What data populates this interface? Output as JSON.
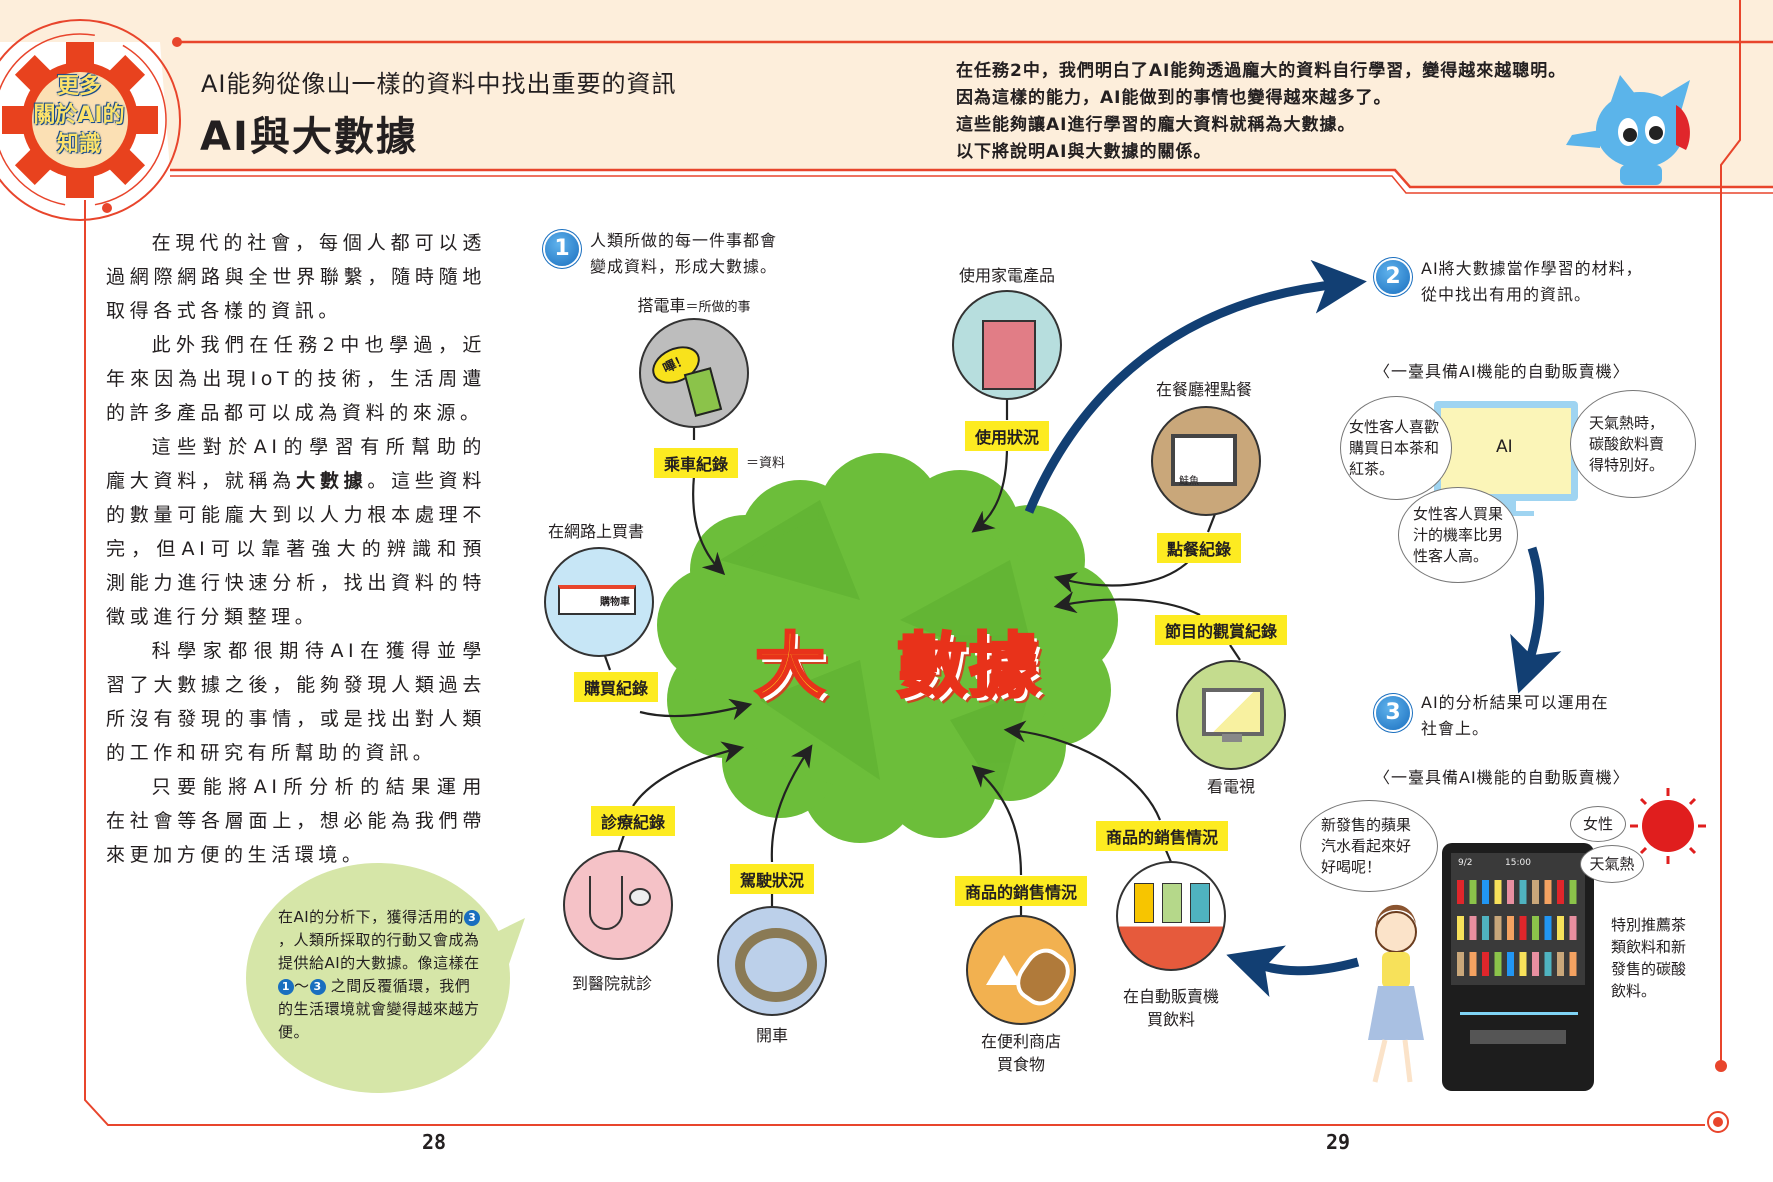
{
  "header": {
    "badge_lines": [
      "更多",
      "關於AI的",
      "知識"
    ],
    "subtitle": "AI能夠從像山一樣的資料中找出重要的資訊",
    "title": "AI與大數據",
    "intro_lines": [
      "在任務2中，我們明白了AI能夠透過龐大的資料自行學習，變得越來越聰明。",
      "因為這樣的能力，AI能做到的事情也變得越來越多了。",
      "這些能夠讓AI進行學習的龐大資料就稱為大數據。",
      "以下將說明AI與大數據的關係。"
    ]
  },
  "body": {
    "p1": "在現代的社會，每個人都可以透過網際網路與全世界聯繫，隨時隨地取得各式各樣的資訊。",
    "p2": "此外我們在任務2中也學過，近年來因為出現IoT的技術，生活周遭的許多產品都可以成為資料的來源。",
    "p3_before": "這些對於AI的學習有所幫助的龐大資料，就稱為",
    "p3_bold": "大數據",
    "p3_after": "。這些資料的數量可能龐大到以人力根本處理不完，但AI可以靠著強大的辨識和預測能力進行快速分析，找出資料的特徵或進行分類整理。",
    "p4": "科學家都很期待AI在獲得並學習了大數據之後，能夠發現人類過去所沒有發現的事情，或是找出對人類的工作和研究有所幫助的資訊。",
    "p5": "只要能將AI所分析的結果運用在社會等各層面上，想必能為我們帶來更加方便的生活環境。"
  },
  "center": {
    "part1": "大",
    "part2": "數據"
  },
  "steps": [
    {
      "num": "1",
      "line1": "人類所做的每一件事都會",
      "line2": "變成資料，形成大數據。"
    },
    {
      "num": "2",
      "line1": "AI將大數據當作學習的材料，",
      "line2": "從中找出有用的資訊。"
    },
    {
      "num": "3",
      "line1": "AI的分析結果可以運用在",
      "line2": "社會上。"
    }
  ],
  "nodes": {
    "train": {
      "label": "搭電車",
      "label_note": "＝所做的事",
      "tag": "乘車紀錄",
      "tag_note": "＝資料",
      "icon_text": "嗶！"
    },
    "appliance": {
      "label": "使用家電產品",
      "tag": "使用狀況"
    },
    "restaurant": {
      "label": "在餐廳裡點餐",
      "tag": "點餐紀錄",
      "icon_text": "鮭魚"
    },
    "tv": {
      "label": "看電視",
      "tag": "節目的觀賞紀錄"
    },
    "vending": {
      "label1": "在自動販賣機",
      "label2": "買飲料",
      "tag": "商品的銷售情況"
    },
    "store": {
      "label1": "在便利商店",
      "label2": "買食物",
      "tag": "商品的銷售情況"
    },
    "driving": {
      "label": "開車",
      "tag": "駕駛狀況"
    },
    "hospital": {
      "label": "到醫院就診",
      "tag": "診療紀錄"
    },
    "online": {
      "label": "在網路上買書",
      "tag": "購買紀錄",
      "icon_text": "購物車"
    }
  },
  "ai_machine": {
    "caption": "〈一臺具備AI機能的自動販賣機〉",
    "screen_label": "AI",
    "bubble_left": "女性客人喜歡購買日本茶和紅茶。",
    "bubble_right": "天氣熱時，碳酸飲料賣得特別好。",
    "bubble_bottom": "女性客人買果汁的機率比男性客人高。"
  },
  "applied": {
    "caption": "〈一臺具備AI機能的自動販賣機〉",
    "girl_speech": "新發售的蘋果汽水看起來好好喝呢！",
    "tag_female": "女性",
    "tag_hot": "天氣熱",
    "screen_date": "9/2",
    "screen_time": "15:00",
    "recommend": "特別推薦茶類飲料和新發售的碳酸飲料。"
  },
  "callout": {
    "t1": "在AI的分析下，獲得活用的",
    "n3": "3",
    "t2": "，人類所採取的行動又會成為提供給AI的大數據。像這樣在",
    "n1": "1",
    "tilde": "～",
    "n3b": "3",
    "t3": "之間反覆循環，我們的生活環境就會變得越來越方便。"
  },
  "pages": {
    "left": "28",
    "right": "29"
  },
  "colors": {
    "frame": "#e8452c",
    "header_bg": "#fdeedb",
    "tag": "#fdeb21",
    "cloud": "#6cbe3a",
    "arrow": "#123f73",
    "step": "#1a6fbf"
  }
}
